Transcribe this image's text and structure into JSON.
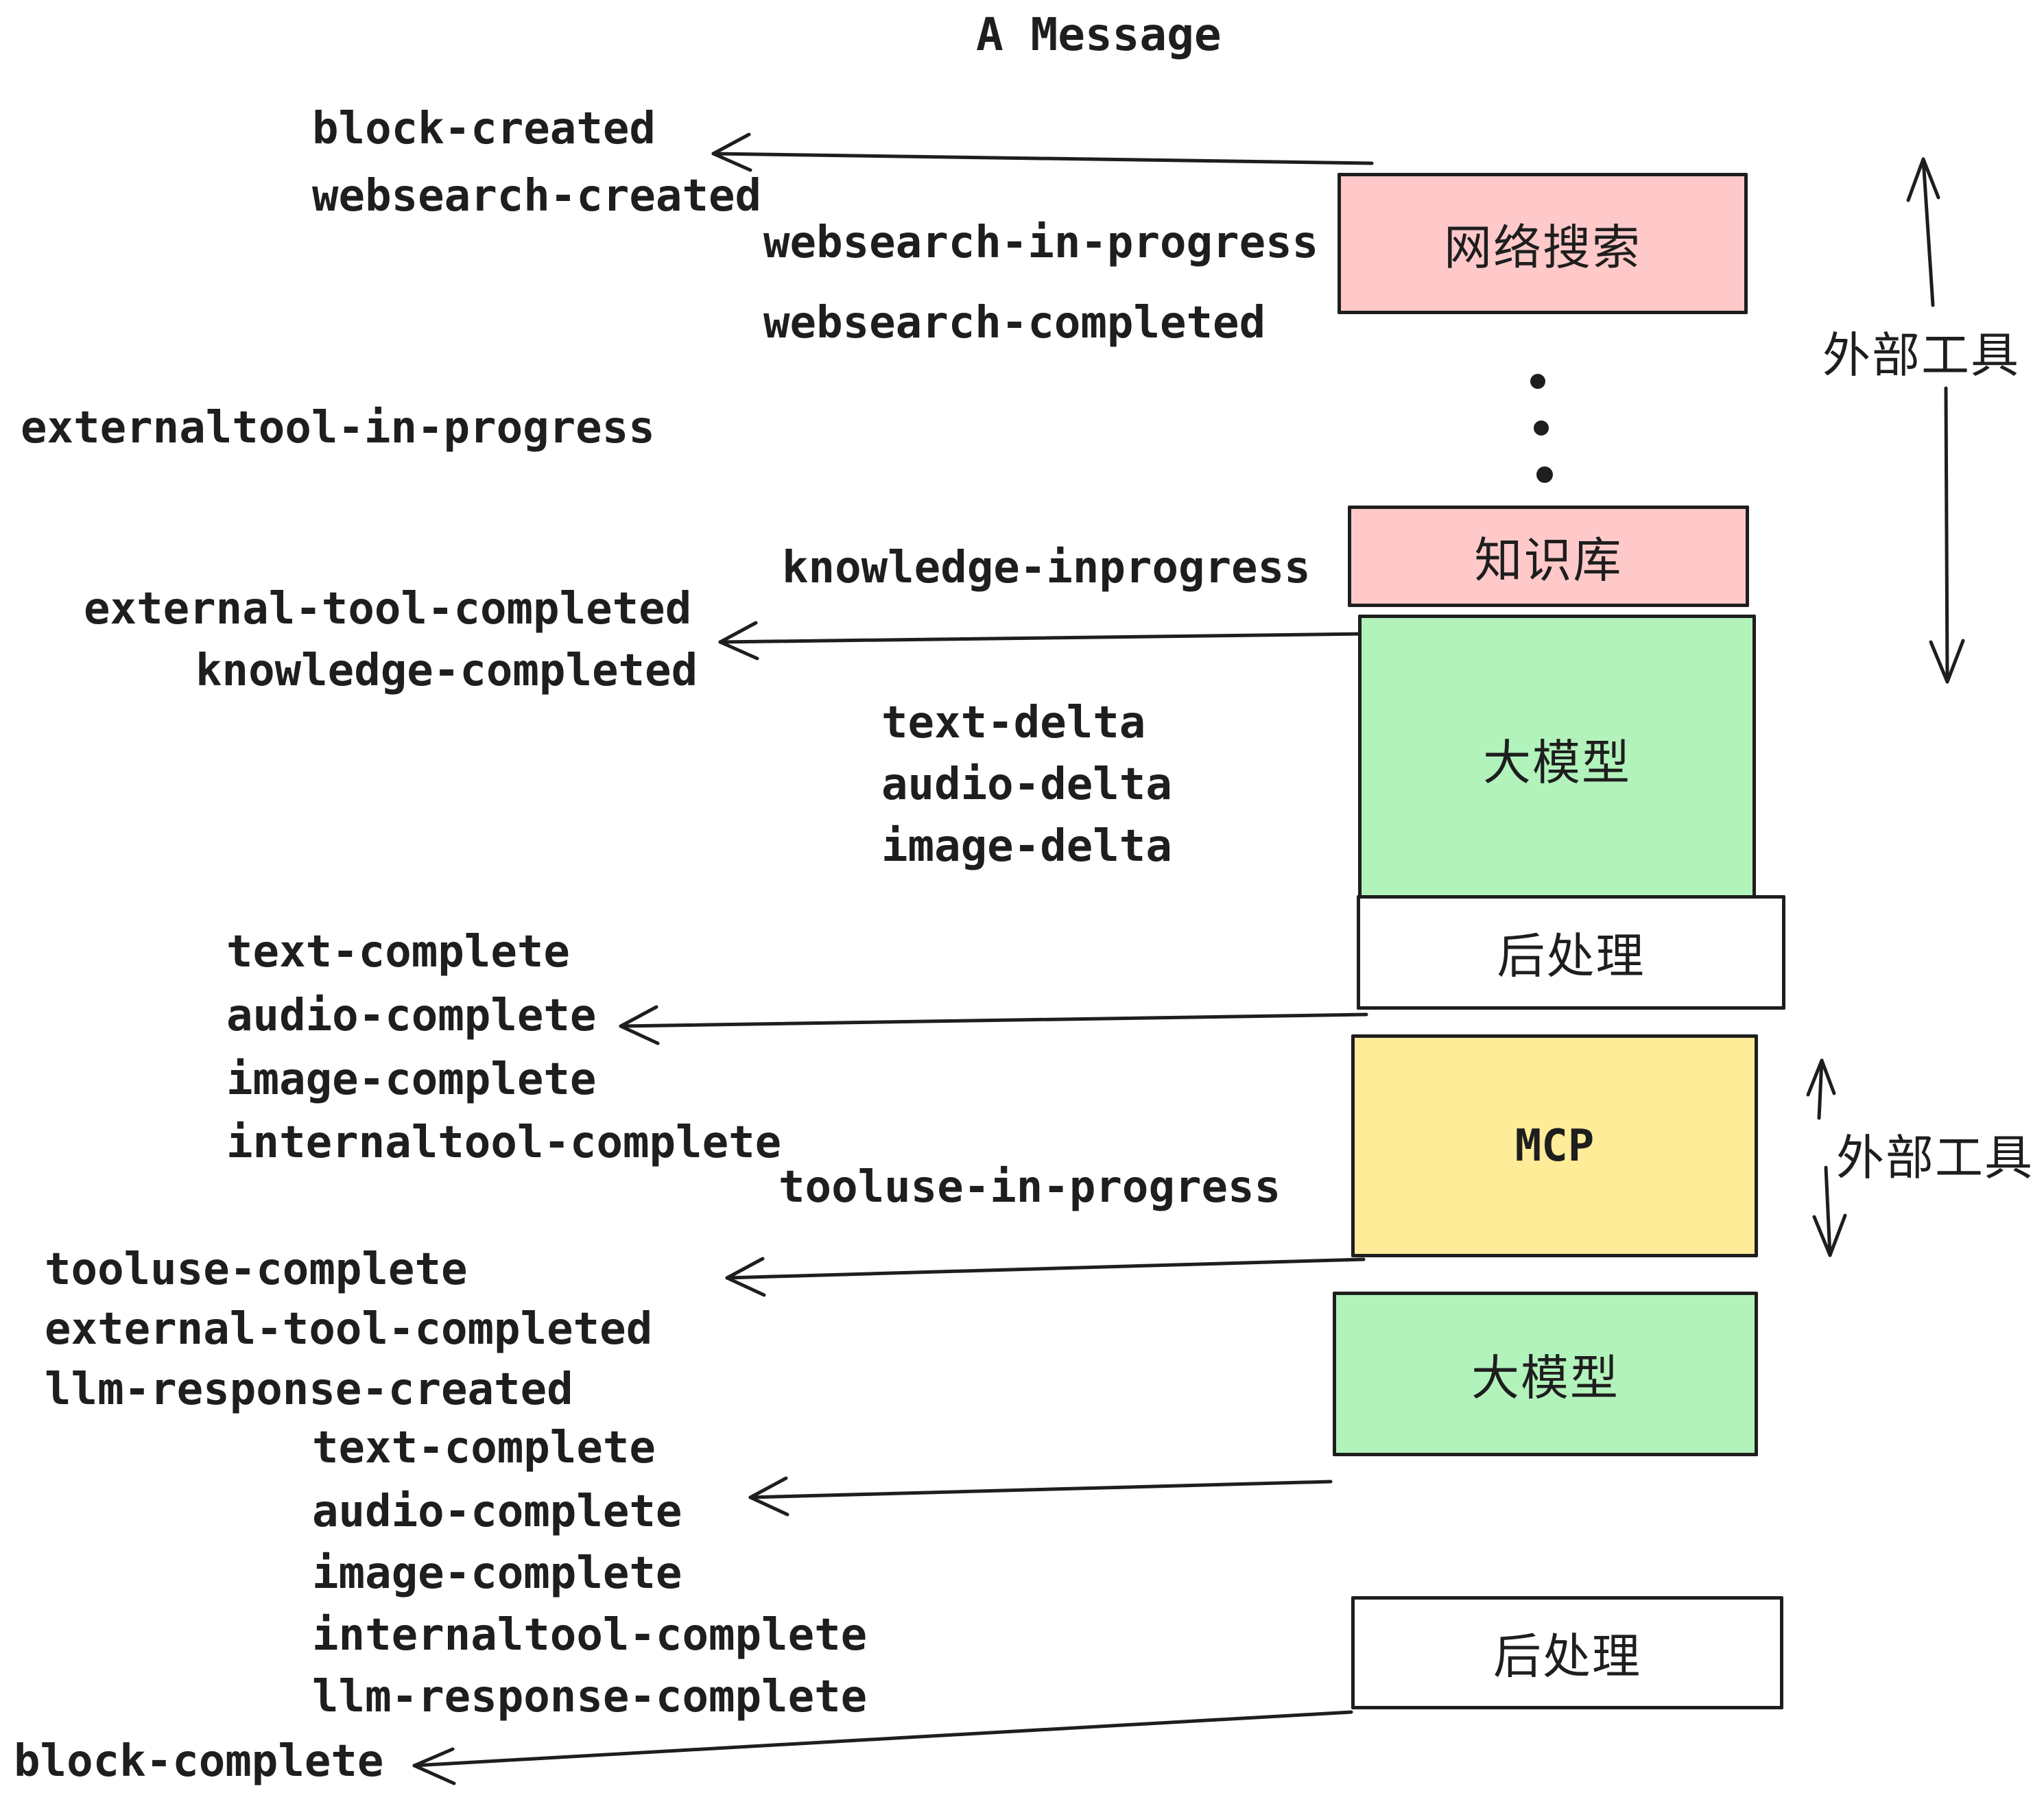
{
  "title": "A Message",
  "colors": {
    "pink": "#FFC9C9",
    "green": "#B2F2BB",
    "yellow": "#FFEC99",
    "white": "#FFFFFF",
    "stroke": "#1e1e1e",
    "background": "#ffffff"
  },
  "boxes": [
    {
      "id": "websearch",
      "label": "网络搜索",
      "color": "pink"
    },
    {
      "id": "knowledge",
      "label": "知识库",
      "color": "pink"
    },
    {
      "id": "llm-1",
      "label": "大模型",
      "color": "green"
    },
    {
      "id": "postprocess-1",
      "label": "后处理",
      "color": "white"
    },
    {
      "id": "mcp",
      "label": "MCP",
      "color": "yellow"
    },
    {
      "id": "llm-2",
      "label": "大模型",
      "color": "green"
    },
    {
      "id": "postprocess-2",
      "label": "后处理",
      "color": "white"
    }
  ],
  "side_labels": [
    {
      "text": "外部工具"
    },
    {
      "text": "外部工具"
    }
  ],
  "events": [
    {
      "text": "block-created"
    },
    {
      "text": "websearch-created"
    },
    {
      "text": "websearch-in-progress"
    },
    {
      "text": "websearch-completed"
    },
    {
      "text": "externaltool-in-progress"
    },
    {
      "text": "knowledge-inprogress"
    },
    {
      "text": "external-tool-completed"
    },
    {
      "text": "knowledge-completed"
    },
    {
      "text": "text-delta"
    },
    {
      "text": "audio-delta"
    },
    {
      "text": "image-delta"
    },
    {
      "text": "text-complete"
    },
    {
      "text": "audio-complete"
    },
    {
      "text": "image-complete"
    },
    {
      "text": "internaltool-complete"
    },
    {
      "text": "tooluse-in-progress"
    },
    {
      "text": "tooluse-complete"
    },
    {
      "text": "external-tool-completed"
    },
    {
      "text": "llm-response-created"
    },
    {
      "text": "text-complete"
    },
    {
      "text": "audio-complete"
    },
    {
      "text": "image-complete"
    },
    {
      "text": "internaltool-complete"
    },
    {
      "text": "llm-response-complete"
    },
    {
      "text": "block-complete"
    }
  ]
}
